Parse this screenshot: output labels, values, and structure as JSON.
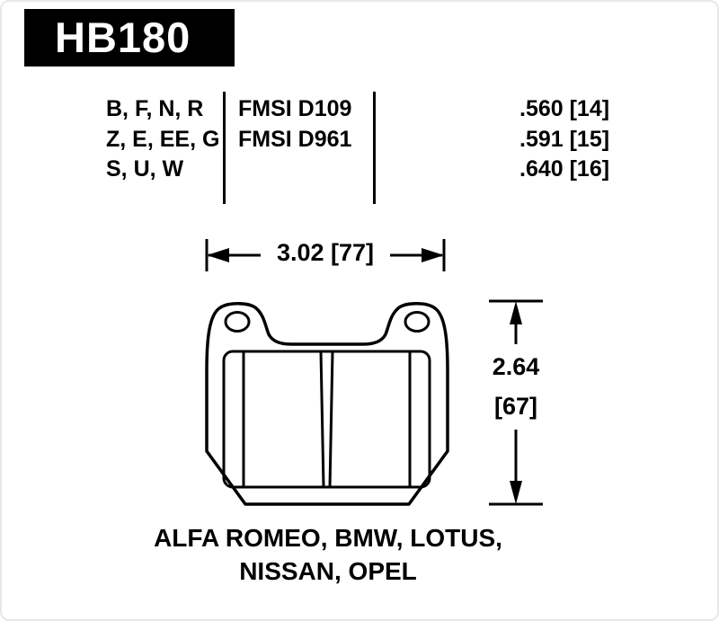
{
  "header": {
    "part_number": "HB180"
  },
  "spec_table": {
    "rows": [
      {
        "compounds": "B, F, N, R",
        "fmsi": "FMSI D109",
        "thickness": ".560 [14]"
      },
      {
        "compounds": "Z, E, EE, G",
        "fmsi": "FMSI D961",
        "thickness": ".591 [15]"
      },
      {
        "compounds": "S, U, W",
        "fmsi": "",
        "thickness": ".640 [16]"
      }
    ]
  },
  "diagram": {
    "width_dimension": "3.02 [77]",
    "height_dimension_inches": "2.64",
    "height_dimension_mm": "[67]"
  },
  "applications": {
    "line1": "ALFA ROMEO, BMW, LOTUS,",
    "line2": "NISSAN, OPEL"
  },
  "colors": {
    "ink": "#000000",
    "badge_background": "#000000",
    "paper": "#ffffff"
  }
}
